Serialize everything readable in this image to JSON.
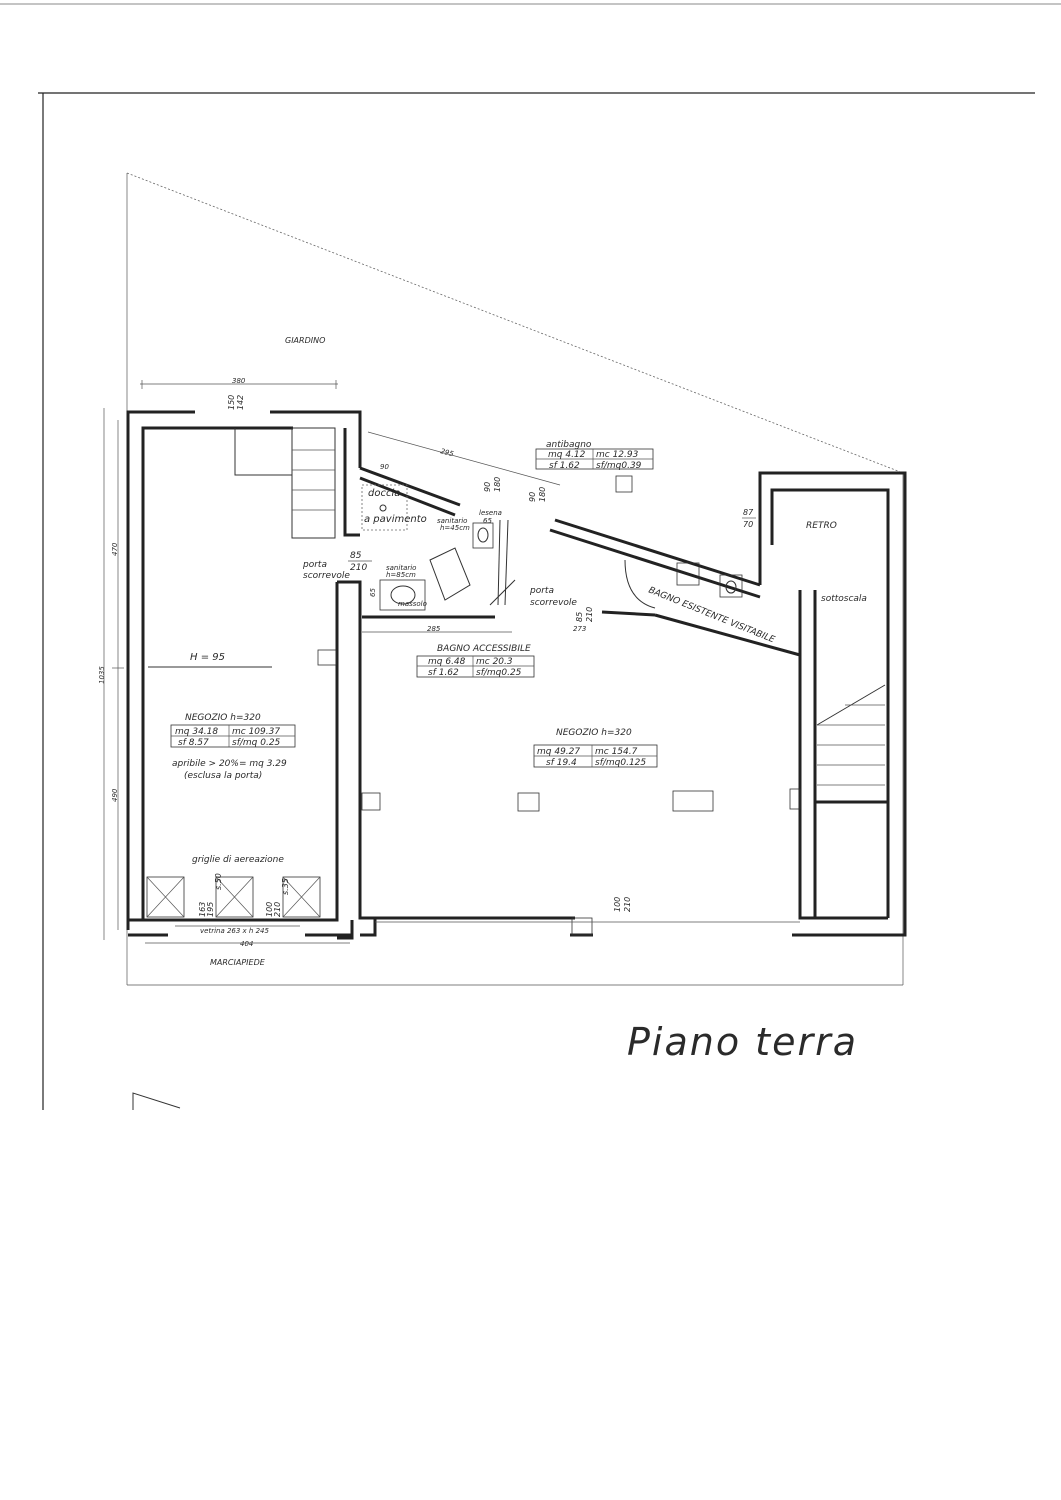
{
  "title": "Piano terra",
  "labels": {
    "giardino": "GIARDINO",
    "marciapiede": "MARCIAPIEDE",
    "retro": "RETRO",
    "sottoscala": "sottoscala",
    "doccia": "doccia",
    "a_pavimento": "a pavimento",
    "porta_scorrevole": "porta",
    "scorrevole": "scorrevole",
    "bagno_accessibile": "BAGNO ACCESSIBILE",
    "bagno_esistente": "BAGNO ESISTENTE VISITABILE",
    "antibagno": "antibagno",
    "h95": "H = 95",
    "negozio_left": "NEGOZIO h=320",
    "negozio_right": "NEGOZIO h=320",
    "apribile": "apribile > 20%= mq 3.29",
    "esclusa": "(esclusa la porta)",
    "griglie": "griglie di aereazione",
    "vetrina": "vetrina 263 x h 245",
    "sanitario1": "sanitario",
    "sanitario1b": "h=45cm",
    "sanitario2": "sanitario",
    "sanitario2b": "h=85cm",
    "lesena": "lesena",
    "massolo": "massolo"
  },
  "tables": {
    "antibagno": {
      "mq": "mq 4.12",
      "mc": "mc 12.93",
      "sf": "sf 1.62",
      "sfmq": "sf/mq0.39"
    },
    "bagno": {
      "mq": "mq 6.48",
      "mc": "mc 20.3",
      "sf": "sf 1.62",
      "sfmq": "sf/mq0.25"
    },
    "negozio_left": {
      "mq": "mq 34.18",
      "mc": "mc 109.37",
      "sf": "sf 8.57",
      "sfmq": "sf/mq 0.25"
    },
    "negozio_right": {
      "mq": "mq 49.27",
      "mc": "mc 154.7",
      "sf": "sf 19.4",
      "sfmq": "sf/mq0.125"
    }
  },
  "dimensions": {
    "d380": "380",
    "d150": "150",
    "d142": "142",
    "d295": "295",
    "d90a": "90",
    "d90b": "90",
    "d180a": "180",
    "d90c": "90",
    "d180b": "180",
    "d87": "87",
    "d70": "70",
    "d85a": "85",
    "d210a": "210",
    "d65a": "65",
    "d65b": "65",
    "d285": "285",
    "d85b": "85",
    "d210b": "210",
    "d273": "273",
    "d470": "470",
    "d1035": "1035",
    "d490": "490",
    "d404": "404",
    "d163": "163",
    "d195": "195",
    "s50": "s.50",
    "d100a": "100",
    "d210c": "210",
    "s35": "s.35",
    "d100b": "100",
    "d210d": "210"
  }
}
